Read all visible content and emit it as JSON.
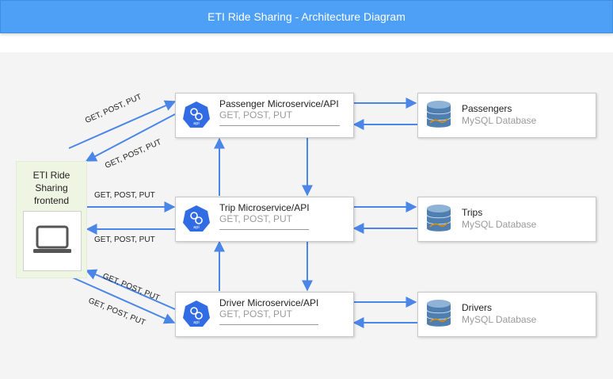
{
  "header": {
    "title": "ETI Ride Sharing - Architecture Diagram"
  },
  "frontend": {
    "label_line1": "ETI Ride",
    "label_line2": "Sharing",
    "label_line3": "frontend",
    "icon": "laptop-icon"
  },
  "services": [
    {
      "name": "Passenger Microservice/API",
      "methods": "GET, POST, PUT",
      "icon": "kubernetes-api-icon",
      "icon_text": "api"
    },
    {
      "name": "Trip Microservice/API",
      "methods": "GET, POST, PUT",
      "icon": "kubernetes-api-icon",
      "icon_text": "api"
    },
    {
      "name": "Driver Microservice/API",
      "methods": "GET, POST, PUT",
      "icon": "kubernetes-api-icon",
      "icon_text": "api"
    }
  ],
  "databases": [
    {
      "name": "Passengers",
      "type": "MySQL Database",
      "icon": "mysql-database-icon"
    },
    {
      "name": "Trips",
      "type": "MySQL Database",
      "icon": "mysql-database-icon"
    },
    {
      "name": "Drivers",
      "type": "MySQL Database",
      "icon": "mysql-database-icon"
    }
  ],
  "edge_labels": {
    "passenger_in": "GET, POST, PUT",
    "passenger_out": "GET, POST, PUT",
    "trip_in": "GET, POST, PUT",
    "trip_out": "GET, POST, PUT",
    "driver_in": "GET, POST, PUT",
    "driver_out": "GET, POST, PUT"
  },
  "colors": {
    "accent": "#4da0f5",
    "arrow": "#4a86e8",
    "icon_blue": "#326ce5",
    "frontend_bg": "#eef5e3"
  }
}
